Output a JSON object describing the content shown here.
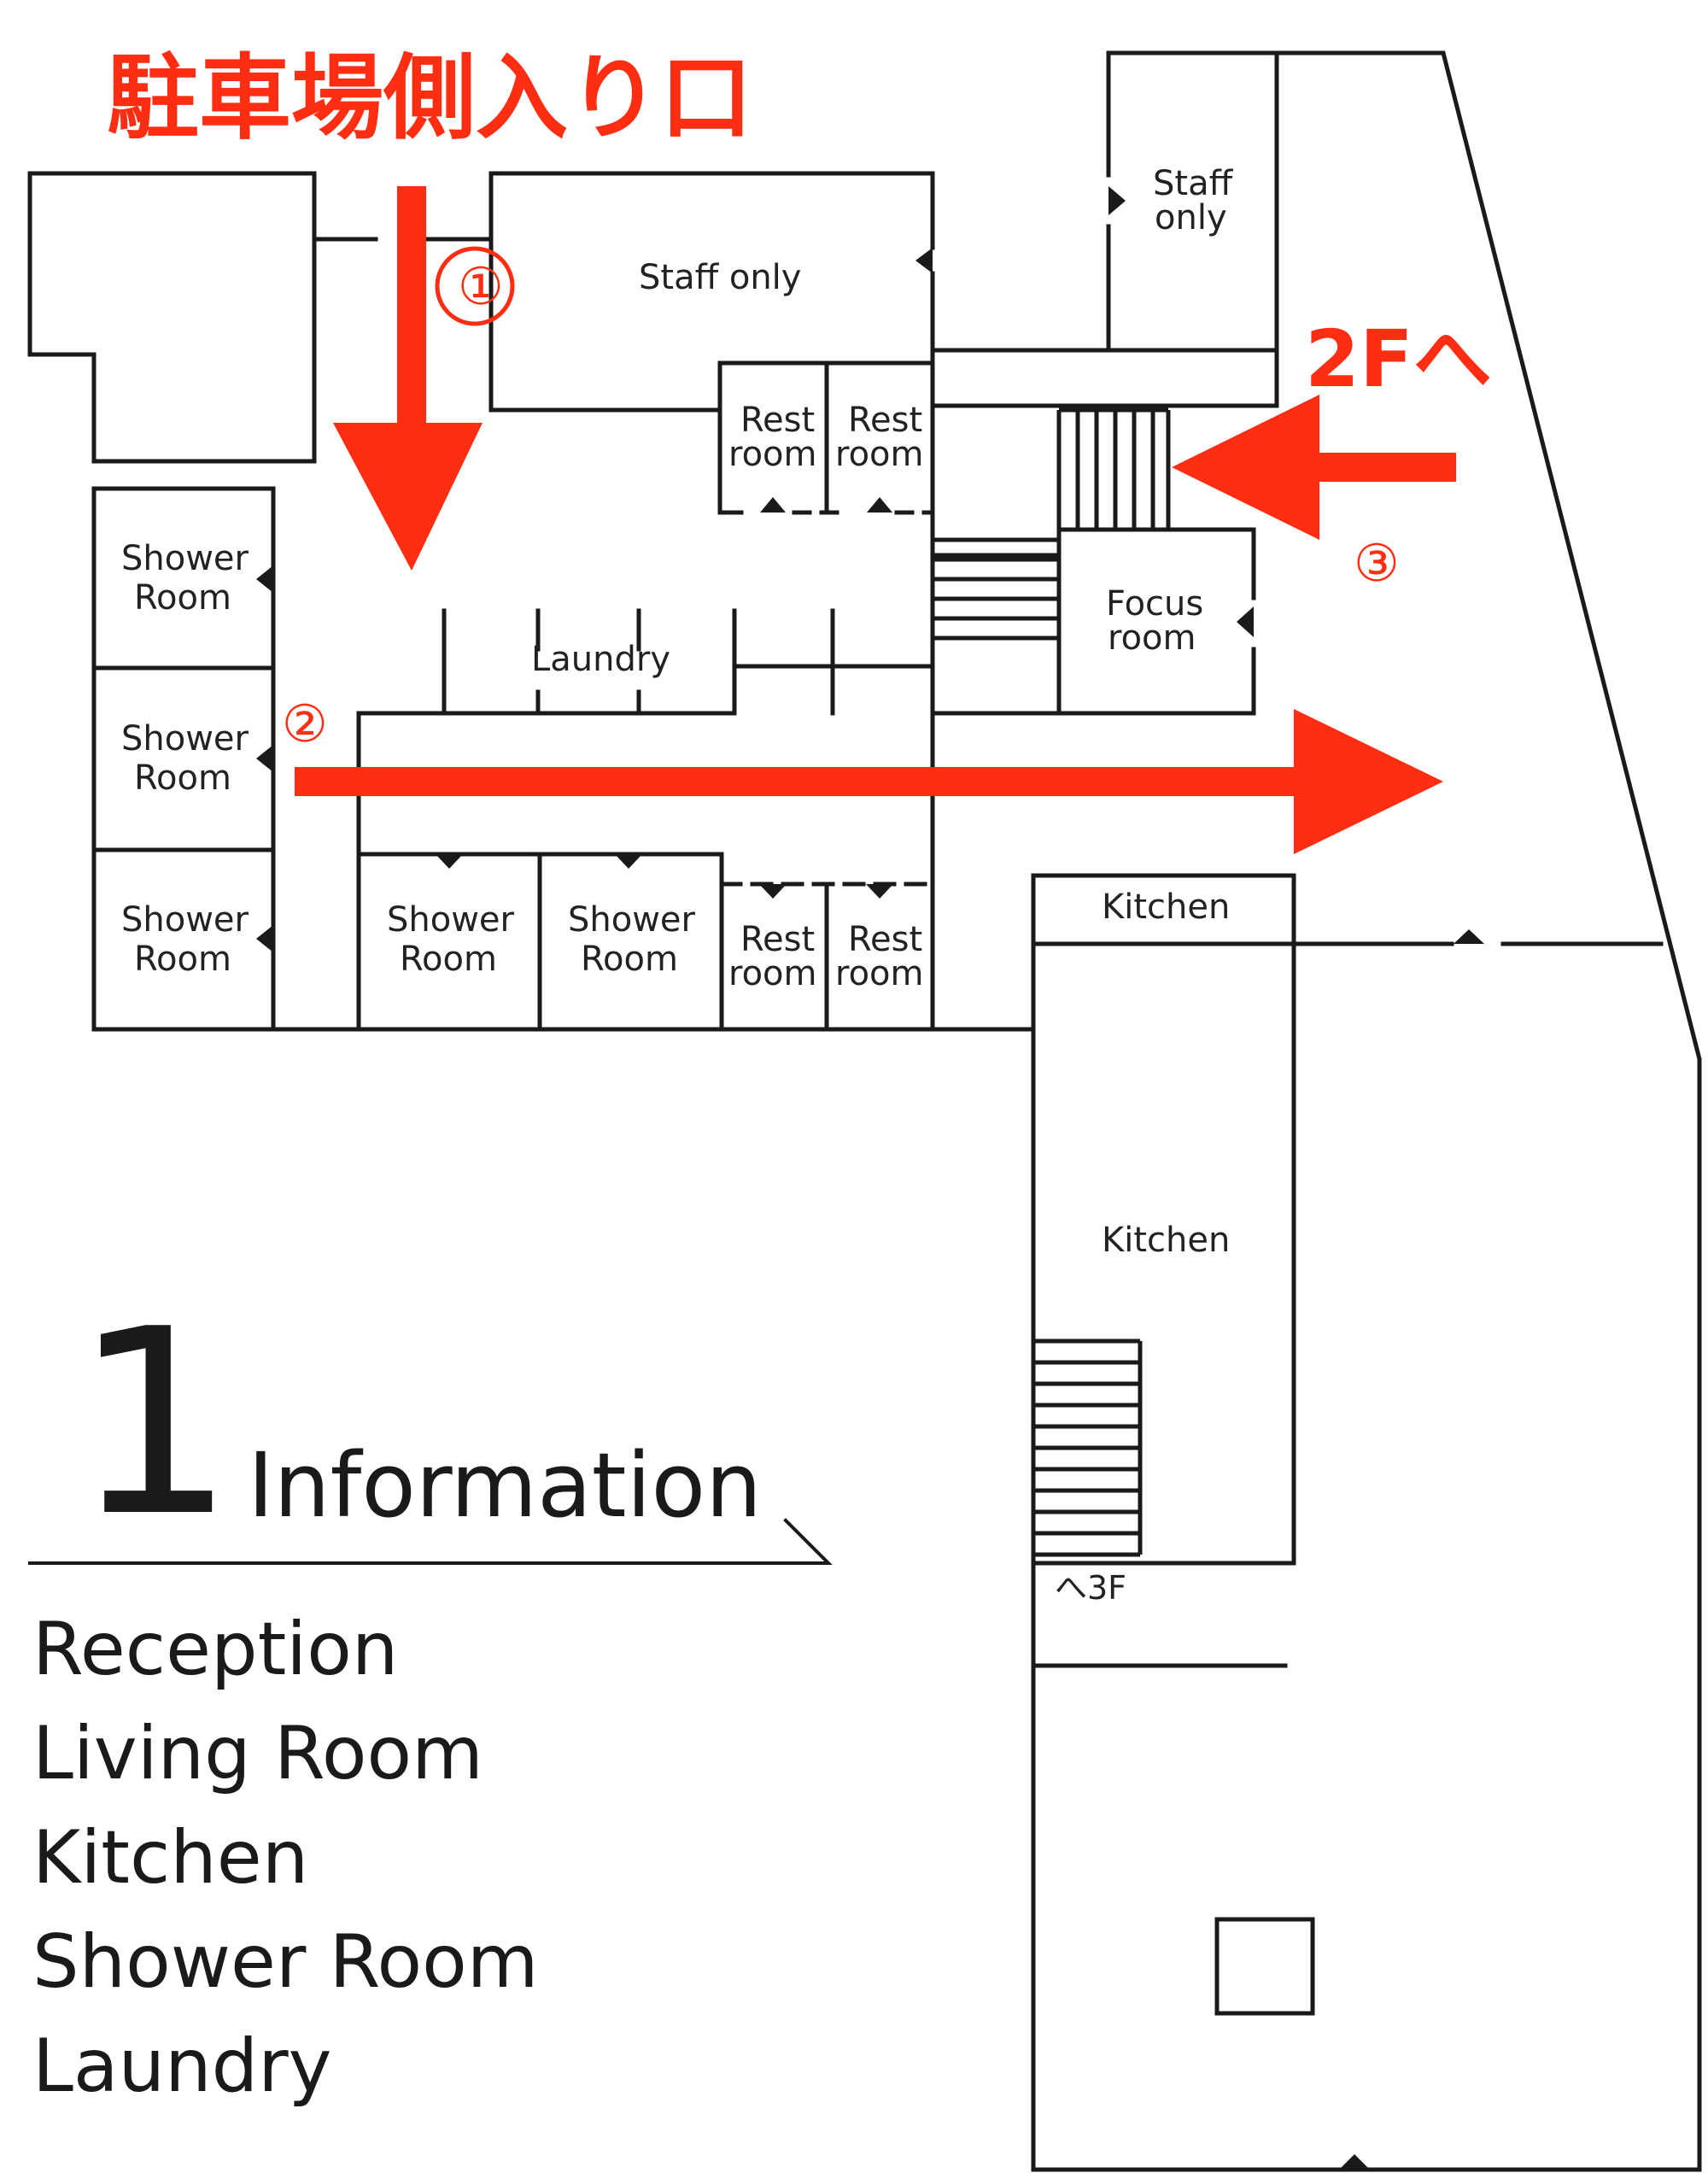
{
  "header": {
    "entrance_label": "駐車場側入り口"
  },
  "route": {
    "step1": "①",
    "step2": "②",
    "step3": "③",
    "to_2f": "2Fへ"
  },
  "rooms": {
    "staff_only_main": "Staff only",
    "staff_only_side_1": "Staff",
    "staff_only_side_2": "only",
    "rest_room_1": "Rest",
    "rest_room_2": "room",
    "shower_room_1": "Shower",
    "shower_room_2": "Room",
    "laundry": "Laundry",
    "focus_room_1": "Focus",
    "focus_room_2": "room",
    "kitchen": "Kitchen",
    "to_3f": "へ3F"
  },
  "floor_info": {
    "floor_number": "1",
    "title": "Information",
    "items": [
      "Reception",
      "Living Room",
      "Kitchen",
      "Shower Room",
      "Laundry"
    ]
  },
  "colors": {
    "route_red": "#ff2e12",
    "wall": "#1a1a1a",
    "background": "#ffffff"
  },
  "icons": [
    "door-arrow-icon",
    "route-arrow-icon",
    "stairs-icon"
  ]
}
